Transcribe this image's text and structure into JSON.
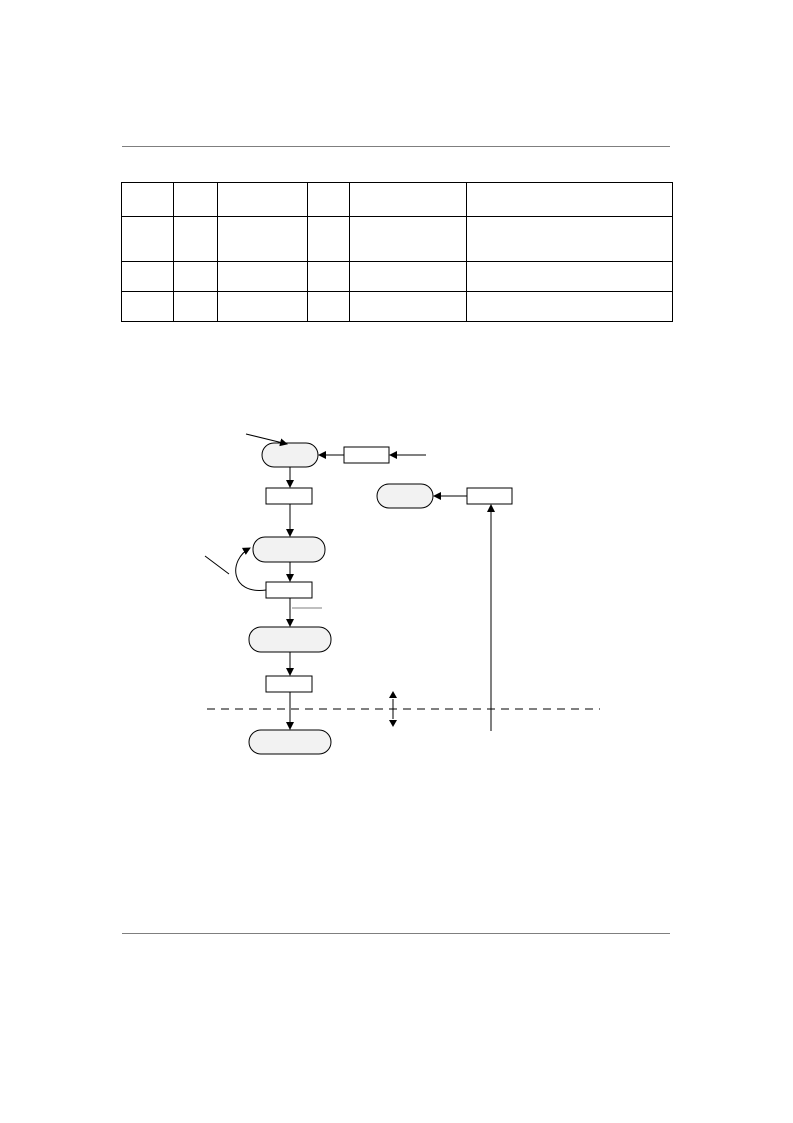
{
  "header": {},
  "table": {
    "columns": 6,
    "rows": 4
  },
  "diagram": {
    "fill_color": "#f2f2f2",
    "stroke_color": "#000000",
    "nodes": [
      {
        "id": "state-1",
        "shape": "rounded"
      },
      {
        "id": "state-2",
        "shape": "rounded"
      },
      {
        "id": "state-3",
        "shape": "rounded"
      },
      {
        "id": "state-4",
        "shape": "rounded"
      },
      {
        "id": "state-5",
        "shape": "rounded"
      },
      {
        "id": "event-1",
        "shape": "rect"
      },
      {
        "id": "event-2",
        "shape": "rect"
      },
      {
        "id": "event-3",
        "shape": "rect"
      },
      {
        "id": "event-4",
        "shape": "rect"
      },
      {
        "id": "event-5",
        "shape": "rect"
      },
      {
        "id": "event-6",
        "shape": "rect"
      }
    ]
  },
  "footer": {}
}
